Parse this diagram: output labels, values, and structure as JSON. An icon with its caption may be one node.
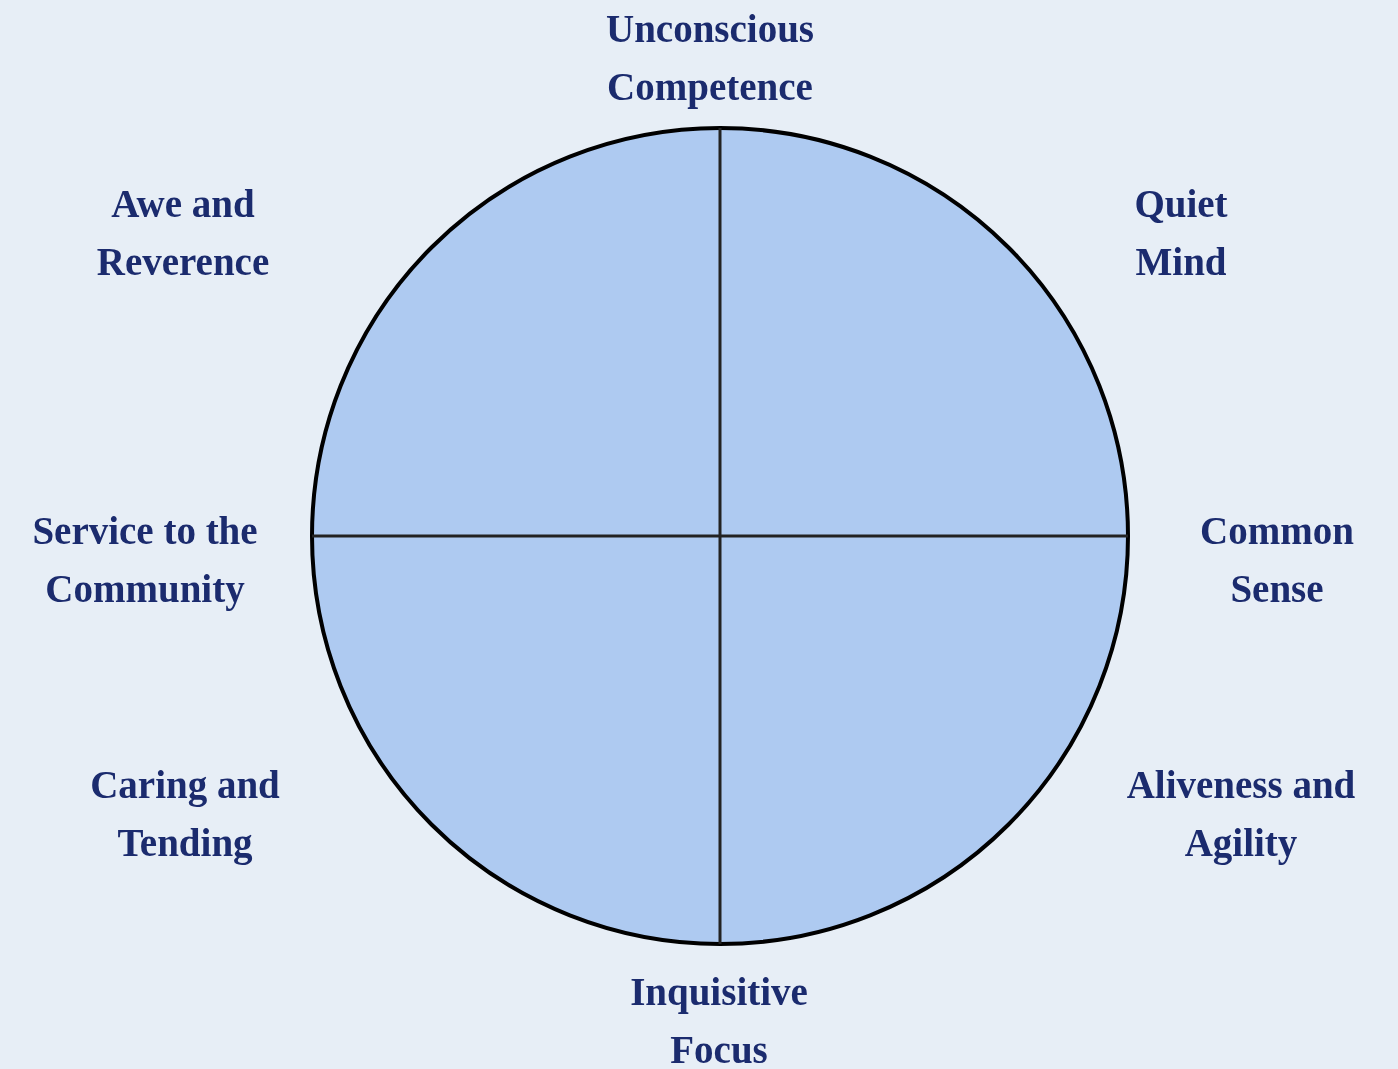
{
  "diagram": {
    "labels": [
      "Unconscious Competence",
      "Awe and Reverence",
      "Quiet Mind",
      "Service to the Community",
      "Common Sense",
      "Caring and Tending",
      "Aliveness and Agility",
      "Inquisitive Focus"
    ]
  }
}
